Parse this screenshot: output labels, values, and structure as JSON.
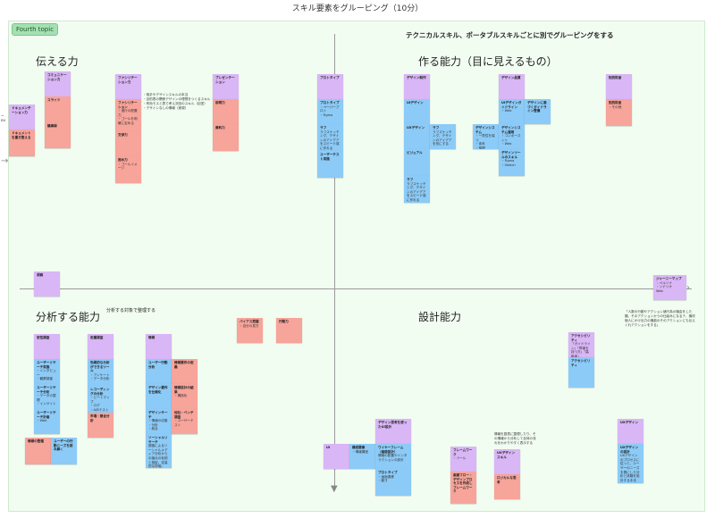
{
  "page_title": "スキル要素をグルーピング（10分）",
  "topic_tag": "Fourth topic",
  "header_note": "テクニカルスキル、ポータブルスキルごとに別でグルーピングをする",
  "quadrants": {
    "top_left": "伝える力",
    "top_right": "作る能力（目に見えるもの）",
    "bottom_left": "分析する能力",
    "bottom_right": "設計能力"
  },
  "side_notes": {
    "analysis_note": "分析する対象で整理する",
    "right_edge_note": "「人数の行動やアクション諸行為の機会をした類、そのアクションかうの仕組みになるテ、機材個人にかけ出力の機能のそのアクションにも伝えくれアクションをする」",
    "left_edge_fragment": "ー\nEN"
  },
  "bullet_list": [
    "・相手やデザインスキルの本当",
    "・目的表の関係デザインの理想をつくるスキル（理解）",
    "・有効モスと表で考え次回のスキル（記述）",
    "・デザインなしの情報（実現）"
  ],
  "notes": [
    {
      "id": "n1",
      "color": "purple",
      "title": "ドキュメンテーション力",
      "sub": ""
    },
    {
      "id": "n2",
      "color": "red",
      "title": "ドキュメントを書き整える",
      "sub": ""
    },
    {
      "id": "n3",
      "color": "purple",
      "title": "コミュニケーション力",
      "sub": ""
    },
    {
      "id": "n4",
      "color": "red",
      "title": "スライド",
      "sub": ""
    },
    {
      "id": "n5",
      "color": "red",
      "title": "議事録",
      "sub": ""
    },
    {
      "id": "n6",
      "color": "purple",
      "title": "ファシリテーション力",
      "sub": ""
    },
    {
      "id": "n7",
      "color": "red",
      "title": "ファシリテーション",
      "sub": "・進行の配置力\n・ゴールを明確に定める"
    },
    {
      "id": "n8",
      "color": "red",
      "title": "交渉力",
      "sub": ""
    },
    {
      "id": "n9",
      "color": "red",
      "title": "進め力",
      "sub": "・ゴールイメージ"
    },
    {
      "id": "n10",
      "color": "purple",
      "title": "プレゼンテーション",
      "sub": ""
    },
    {
      "id": "n11",
      "color": "red",
      "title": "説明力",
      "sub": ""
    },
    {
      "id": "n12",
      "color": "red",
      "title": "資料力",
      "sub": ""
    },
    {
      "id": "n13",
      "color": "purple",
      "title": "プロトタイプ",
      "sub": ""
    },
    {
      "id": "n14",
      "color": "blue",
      "title": "プロトタイプ",
      "sub": "・ペーパープロト\n・Figma"
    },
    {
      "id": "n15",
      "color": "blue",
      "title": "ラフ",
      "sub": "ラフスケッチング、デザインのアイデアをスピード感に作れる"
    },
    {
      "id": "n16",
      "color": "blue",
      "title": "ユーザーテスト実施",
      "sub": ""
    },
    {
      "id": "n17",
      "color": "purple",
      "title": "デザイン制作",
      "sub": ""
    },
    {
      "id": "n18",
      "color": "blue",
      "title": "UIデザイン",
      "sub": ""
    },
    {
      "id": "n19",
      "color": "blue",
      "title": "UXデザイン",
      "sub": ""
    },
    {
      "id": "n20",
      "color": "blue",
      "title": "ラフ",
      "sub": "ラフスケッチング、デザインのアイデアを形にする"
    },
    {
      "id": "n21",
      "color": "blue",
      "title": "ビジュアル",
      "sub": ""
    },
    {
      "id": "n22",
      "color": "blue",
      "title": "ラフ",
      "sub": "ラフスケッチング、デザインのアイデアをスピード感に作れる"
    },
    {
      "id": "n23",
      "color": "purple",
      "title": "デザイン品質",
      "sub": ""
    },
    {
      "id": "n24",
      "color": "blue",
      "title": "UIデザインガイドライン",
      "sub": "・Web"
    },
    {
      "id": "n25",
      "color": "blue",
      "title": "デザインに基づくガイドライン整備",
      "sub": ""
    },
    {
      "id": "n26",
      "color": "blue",
      "title": "デザインシステム",
      "sub": "・一貫性を保つ\n・体系\n・整理"
    },
    {
      "id": "n27",
      "color": "blue",
      "title": "デザインシステム運用",
      "sub": "・コンポーネント\n・Web"
    },
    {
      "id": "n28",
      "color": "blue",
      "title": "デザインツールのスキル",
      "sub": "・Figma\n・Sketch"
    },
    {
      "id": "n29",
      "color": "purple",
      "title": "知的財産",
      "sub": ""
    },
    {
      "id": "n30",
      "color": "red",
      "title": "知的財産",
      "sub": "・その他"
    },
    {
      "id": "n31",
      "color": "purple",
      "title": "洞察",
      "sub": ""
    },
    {
      "id": "n32",
      "color": "purple",
      "title": "ジャーニーマップ",
      "sub": "・ペルソナ\n・シナリオ\nWeb"
    },
    {
      "id": "n33",
      "color": "purple",
      "title": "定性調査",
      "sub": ""
    },
    {
      "id": "n34",
      "color": "blue",
      "title": "ユーザーリサーチ実施",
      "sub": "・インタビュー\n・観察調査"
    },
    {
      "id": "n35",
      "color": "blue",
      "title": "ユーザーリサーチ分析",
      "sub": "・データの整理\n・インサイト"
    },
    {
      "id": "n36",
      "color": "blue",
      "title": "ユーザーリサーチ計画",
      "sub": "・Web"
    },
    {
      "id": "n37",
      "color": "red",
      "title": "情報の整理",
      "sub": ""
    },
    {
      "id": "n38",
      "color": "blue",
      "title": "ユーザーの行動ニーズを読み解く",
      "sub": ""
    },
    {
      "id": "n39",
      "color": "purple",
      "title": "定量調査",
      "sub": ""
    },
    {
      "id": "n40",
      "color": "blue",
      "title": "効果的な分析ができるツール",
      "sub": "・アンケート\n・データ分析"
    },
    {
      "id": "n41",
      "color": "blue",
      "title": "レコーディングの分析",
      "sub": "・ヒートマップ\n・ログ\n・A/Bテスト"
    },
    {
      "id": "n42",
      "color": "red",
      "title": "市場・競合分析",
      "sub": ""
    },
    {
      "id": "n43",
      "color": "purple",
      "title": "情報",
      "sub": ""
    },
    {
      "id": "n44",
      "color": "blue",
      "title": "ユーザー行動分析",
      "sub": ""
    },
    {
      "id": "n45",
      "color": "red",
      "title": "情報要件の定義",
      "sub": ""
    },
    {
      "id": "n46",
      "color": "blue",
      "title": "デザイン要件を仕様化",
      "sub": ""
    },
    {
      "id": "n47",
      "color": "red",
      "title": "情報設計の結果",
      "sub": "・構造化"
    },
    {
      "id": "n48",
      "color": "blue",
      "title": "デザインサーチ",
      "sub": "・情報の収集\n・分析\n・統合"
    },
    {
      "id": "n49",
      "color": "red",
      "title": "他社・ベンチ調査",
      "sub": "・ユーザーテスト"
    },
    {
      "id": "n50",
      "color": "blue",
      "title": "ソーシャルリサーチ",
      "sub": "調査によるソーシャルメディア分析からの論点の仮説と検証。定量的な評価。"
    },
    {
      "id": "n51",
      "color": "red",
      "title": "バイアス把握",
      "sub": "・自分の見方"
    },
    {
      "id": "n52",
      "color": "red",
      "title": "行動力",
      "sub": ""
    },
    {
      "id": "n53",
      "color": "purple",
      "title": "UI",
      "sub": ""
    },
    {
      "id": "n54",
      "color": "blue",
      "title": "構成要素",
      "sub": "・情報構造"
    },
    {
      "id": "n55",
      "color": "purple",
      "title": "デザイン思考を使ったUI設計",
      "sub": ""
    },
    {
      "id": "n56",
      "color": "blue",
      "title": "ワイヤーフレーム（画面設計）",
      "sub": "情報の配置やインタラクションの設計"
    },
    {
      "id": "n57",
      "color": "blue",
      "title": "プロトタイプ",
      "sub": "・画面遷移\n・動き"
    },
    {
      "id": "n58",
      "color": "purple",
      "title": "フレームワーク",
      "sub": "・ツール"
    },
    {
      "id": "n59",
      "color": "red",
      "title": "画面フロー・デザインプロセスを作成しフレームワーク",
      "sub": ""
    },
    {
      "id": "n60",
      "color": "purple",
      "title": "UXデザインスキル",
      "sub": ""
    },
    {
      "id": "n61",
      "color": "red",
      "title": "ロジカルな思考",
      "sub": ""
    },
    {
      "id": "n62",
      "color": "purple",
      "title": "アクセシビリティ",
      "sub": "「ガイドライン」「障害を持つ方」「高齢者」"
    },
    {
      "id": "n63",
      "color": "blue",
      "title": "アクセシビリティ",
      "sub": ""
    },
    {
      "id": "n64",
      "color": "purple",
      "title": "UXデザイン",
      "sub": ""
    },
    {
      "id": "n65",
      "color": "blue",
      "title": "UXデザインの設計",
      "sub": "UXデザインのプロセスに従って、ユーザーのニーズを基にした分析と体験を設計する手法"
    }
  ],
  "floating_text": {
    "n60_above": "情報を図表に整理したり、その情報から分析して全体の流れをわかりやすく表示する"
  }
}
